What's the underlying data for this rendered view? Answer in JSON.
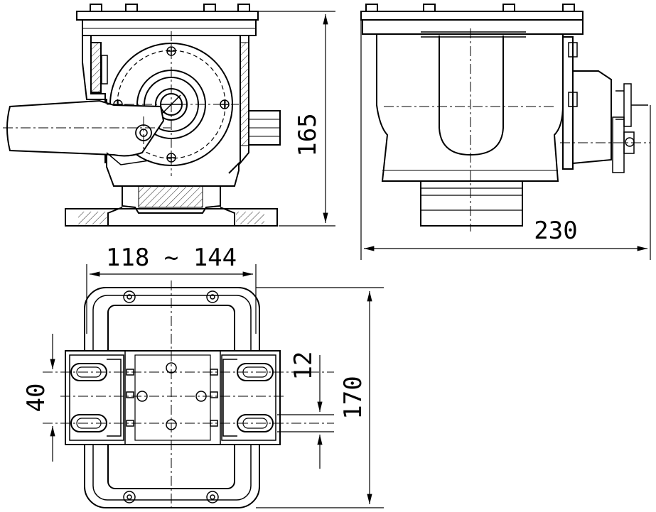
{
  "dimensions": {
    "height_side": "165",
    "depth": "230",
    "width_range": "118 ~ 144",
    "mount_spacing": "40",
    "slot_width": "12",
    "base_length": "170"
  },
  "colors": {
    "line": "#000000",
    "hatch": "#444444",
    "background": "#ffffff"
  }
}
